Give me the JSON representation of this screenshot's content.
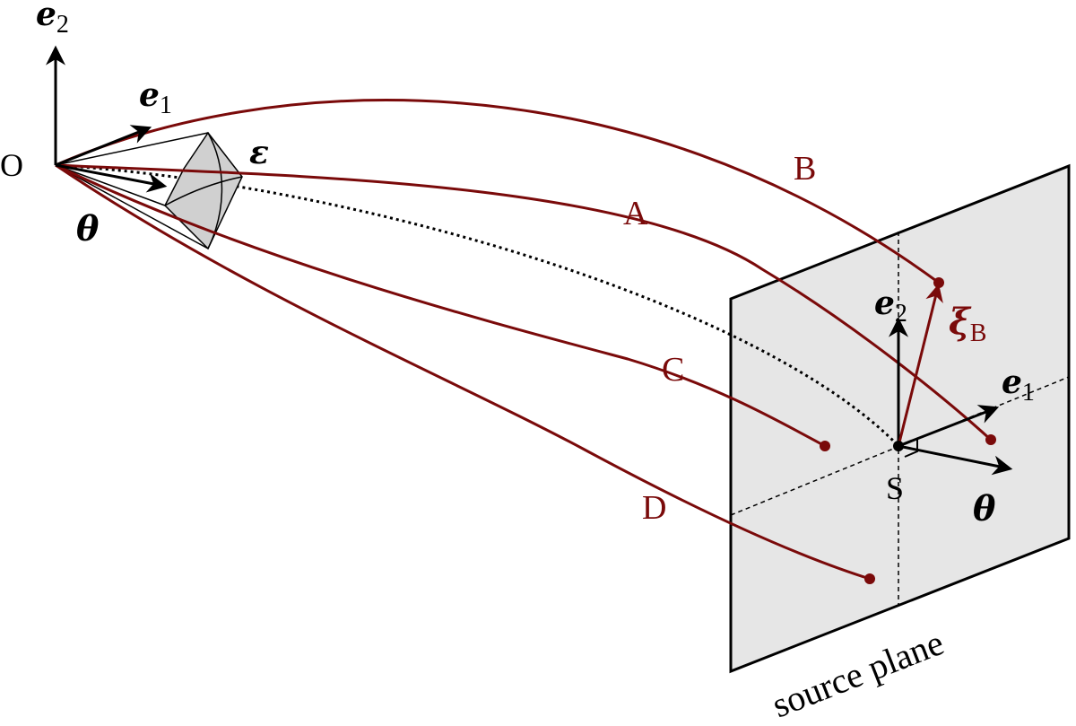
{
  "colors": {
    "ray": "#7a0a0a",
    "plane_fill": "#e6e6e6",
    "ink": "#000000"
  },
  "labels": {
    "origin": "O",
    "e2_vec": "e",
    "e2_sub": "2",
    "e1_vec": "e",
    "e1_sub": "1",
    "theta": "θ",
    "epsilon": "ε",
    "ray_a": "A",
    "ray_b": "B",
    "ray_c": "C",
    "ray_d": "D",
    "xi_vec": "ξ",
    "xi_sub": "B",
    "source_point": "S",
    "plane_e2_vec": "e",
    "plane_e2_sub": "2",
    "plane_e1_vec": "e",
    "plane_e1_sub": "1",
    "plane_theta": "θ",
    "plane_caption": "source plane"
  }
}
